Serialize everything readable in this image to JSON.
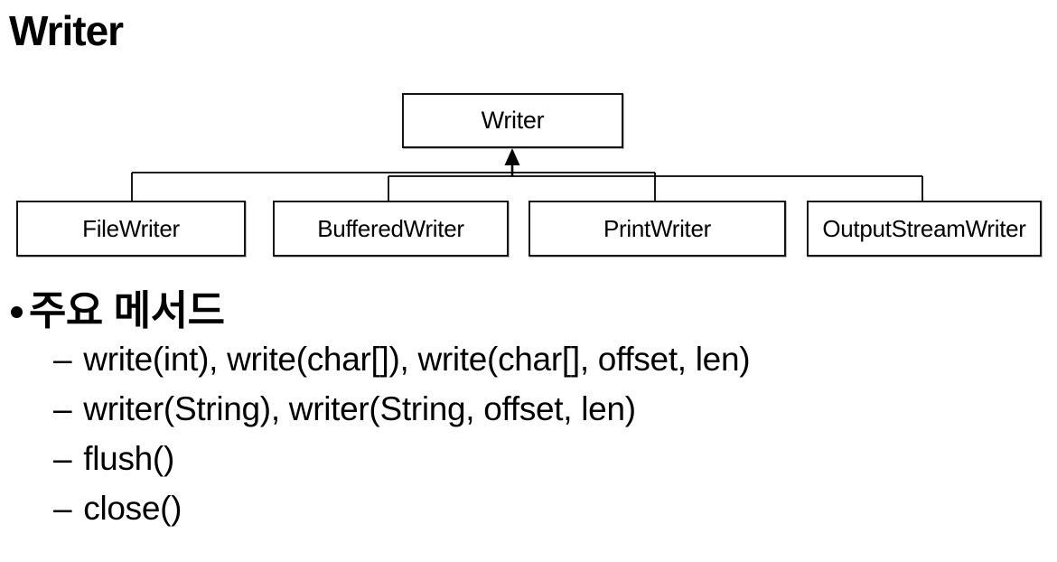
{
  "slide": {
    "title": "Writer",
    "colors": {
      "background": "#ffffff",
      "foreground": "#000000"
    }
  },
  "diagram": {
    "root": {
      "label": "Writer"
    },
    "children": [
      {
        "label": "FileWriter"
      },
      {
        "label": "BufferedWriter"
      },
      {
        "label": "PrintWriter"
      },
      {
        "label": "OutputStreamWriter"
      }
    ]
  },
  "methods": {
    "heading": "주요 메서드",
    "marker": "–",
    "items": [
      "write(int), write(char[]), write(char[], offset, len)",
      "writer(String), writer(String, offset, len)",
      "flush()",
      "close()"
    ]
  }
}
